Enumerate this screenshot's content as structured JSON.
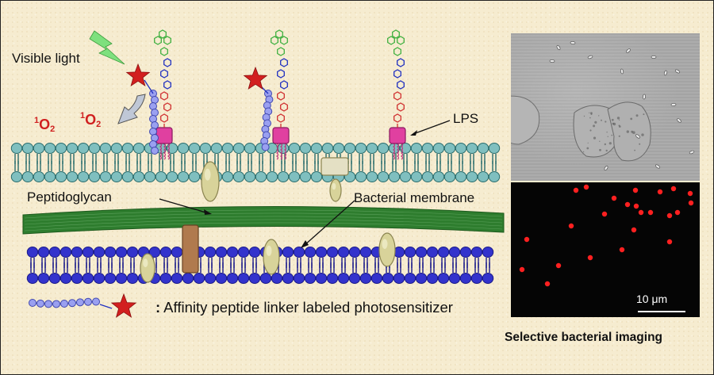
{
  "labels": {
    "visible_light": "Visible light",
    "singlet_oxygen": {
      "sup": "1",
      "main": "O",
      "sub": "2"
    },
    "lps": "LPS",
    "peptidoglycan": "Peptidoglycan",
    "bacterial_membrane": "Bacterial membrane",
    "legend_colon": ":",
    "legend_text": "Affinity peptide linker labeled photosensitizer",
    "scale_bar": "10 μm",
    "caption": "Selective bacterial imaging"
  },
  "colors": {
    "background": "#f6ecd0",
    "outer_membrane_lipid": "#7fbfbf",
    "inner_membrane_lipid": "#3333cc",
    "peptidoglycan": "#2e7d2e",
    "star": "#d21f1f",
    "lps_box": "#e040a0",
    "peptide_bead": "#9aa0f0",
    "lightning": "#7ee07e",
    "fluorescence": "#ff2020"
  },
  "icons": {
    "light": "lightning-icon",
    "photosensitizer": "star-icon",
    "energy_transfer": "curved-arrow-icon"
  }
}
